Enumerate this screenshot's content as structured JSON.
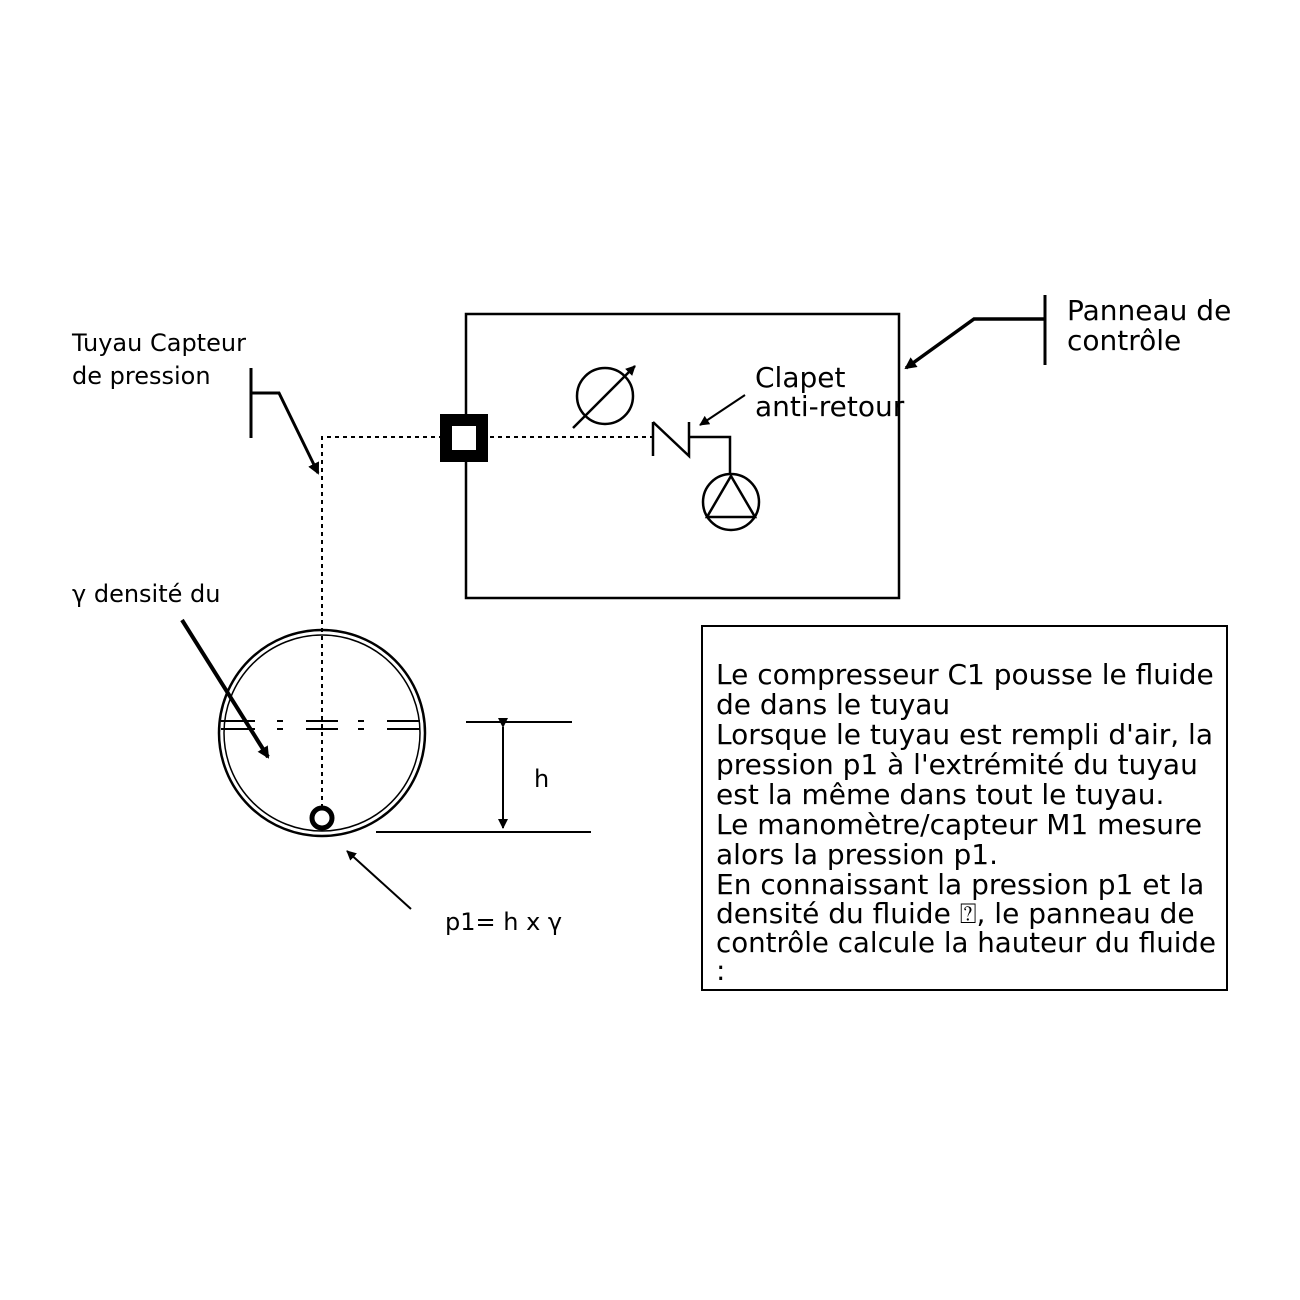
{
  "labels": {
    "tuyau_line1": "Tuyau Capteur",
    "tuyau_line2": "de pression",
    "panneau_line1": "Panneau de",
    "panneau_line2": "contrôle",
    "clapet_line1": "Clapet",
    "clapet_line2": "anti-retour",
    "densite": "γ densité du",
    "h": "h",
    "formula": "p1= h x γ"
  },
  "info_box": {
    "lines": [
      "Le compresseur C1 pousse le fluide",
      "de dans le tuyau",
      "Lorsque le tuyau  est rempli d'air, la",
      "pression p1 à l'extrémité du tuyau",
      "est la même dans tout le tuyau.",
      "Le manomètre/capteur M1 mesure",
      "alors la pression p1.",
      "En connaissant la pression p1 et la",
      "densité du fluide ⍰, le panneau de",
      "contrôle calcule la hauteur du fluide",
      ":"
    ]
  },
  "colors": {
    "ink": "#000000",
    "background": "#ffffff"
  }
}
